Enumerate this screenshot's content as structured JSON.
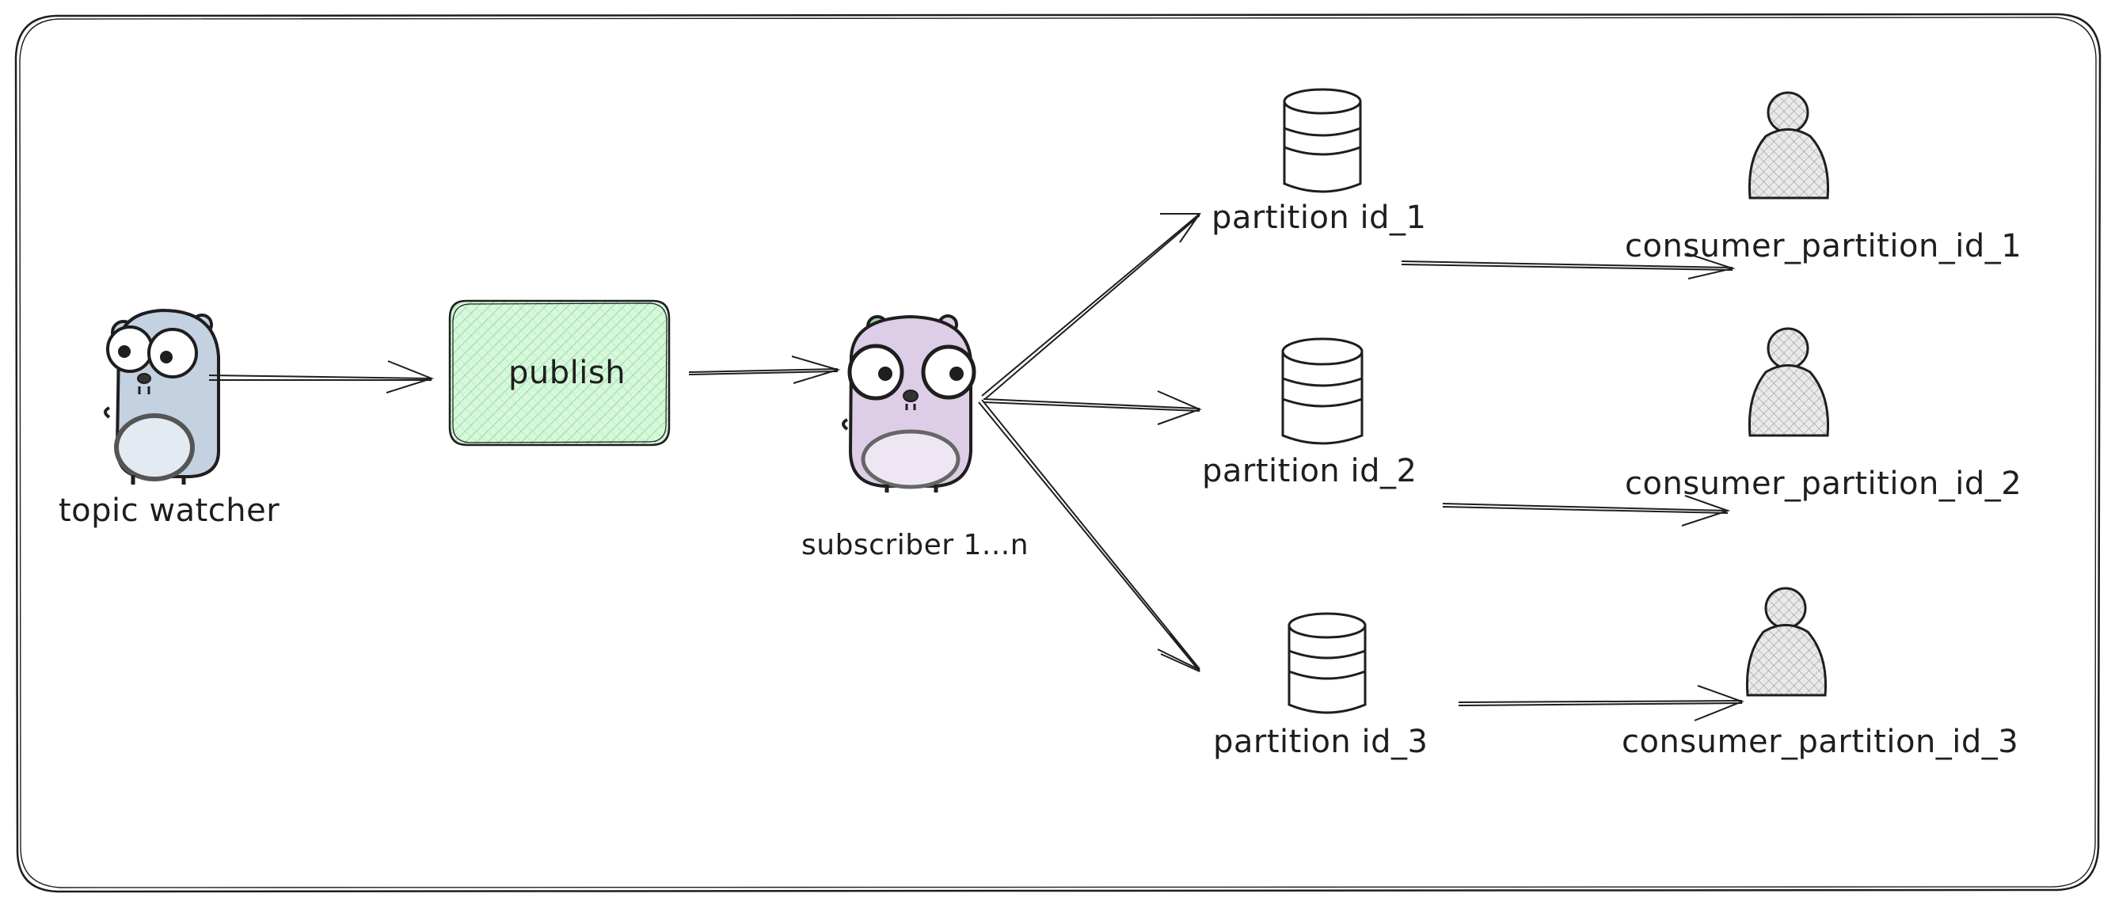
{
  "nodes": {
    "topic_watcher": {
      "label": "topic watcher",
      "icon": "gopher-blue-icon",
      "color": "#c3d1e0"
    },
    "publish": {
      "label": "publish",
      "color": "#b2f2bb"
    },
    "subscriber": {
      "label": "subscriber 1...n",
      "icon": "gopher-purple-icon",
      "color": "#ddcde6"
    },
    "partitions": [
      {
        "label": "partition id_1",
        "icon": "database-icon"
      },
      {
        "label": "partition id_2",
        "icon": "database-icon"
      },
      {
        "label": "partition id_3",
        "icon": "database-icon"
      }
    ],
    "consumers": [
      {
        "label": "consumer_partition_id_1",
        "icon": "user-icon"
      },
      {
        "label": "consumer_partition_id_2",
        "icon": "user-icon"
      },
      {
        "label": "consumer_partition_id_3",
        "icon": "user-icon"
      }
    ]
  },
  "colors": {
    "stroke": "#1e1e1e",
    "publish_fill": "#b2f2bb",
    "user_fill": "#d9d9d9"
  }
}
